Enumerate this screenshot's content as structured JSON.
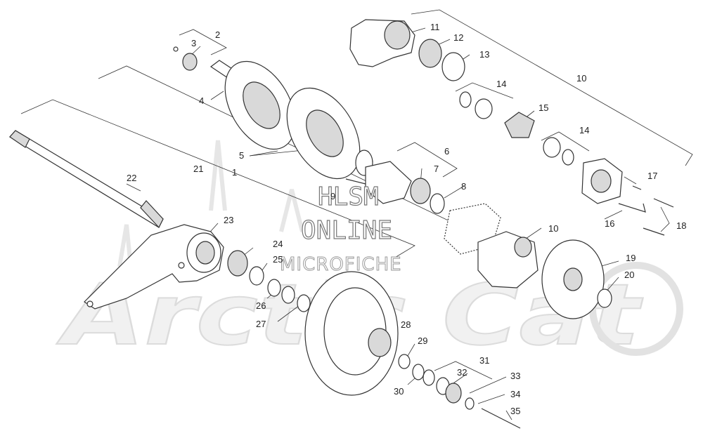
{
  "watermark": {
    "line1": "HLSM",
    "line2": "ONLINE",
    "line3": "MICROFICHE",
    "brand_logo": "Arctic Cat"
  },
  "callouts": [
    {
      "id": "c1",
      "label": "1"
    },
    {
      "id": "c2",
      "label": "2"
    },
    {
      "id": "c3",
      "label": "3"
    },
    {
      "id": "c4",
      "label": "4"
    },
    {
      "id": "c5",
      "label": "5"
    },
    {
      "id": "c6",
      "label": "6"
    },
    {
      "id": "c7",
      "label": "7"
    },
    {
      "id": "c8",
      "label": "8"
    },
    {
      "id": "c9",
      "label": "9"
    },
    {
      "id": "c10a",
      "label": "10"
    },
    {
      "id": "c10b",
      "label": "10"
    },
    {
      "id": "c11",
      "label": "11"
    },
    {
      "id": "c12",
      "label": "12"
    },
    {
      "id": "c13",
      "label": "13"
    },
    {
      "id": "c14a",
      "label": "14"
    },
    {
      "id": "c14b",
      "label": "14"
    },
    {
      "id": "c15",
      "label": "15"
    },
    {
      "id": "c16",
      "label": "16"
    },
    {
      "id": "c17",
      "label": "17"
    },
    {
      "id": "c18",
      "label": "18"
    },
    {
      "id": "c19",
      "label": "19"
    },
    {
      "id": "c20",
      "label": "20"
    },
    {
      "id": "c21",
      "label": "21"
    },
    {
      "id": "c22",
      "label": "22"
    },
    {
      "id": "c23",
      "label": "23"
    },
    {
      "id": "c24",
      "label": "24"
    },
    {
      "id": "c25",
      "label": "25"
    },
    {
      "id": "c26",
      "label": "26"
    },
    {
      "id": "c27",
      "label": "27"
    },
    {
      "id": "c28",
      "label": "28"
    },
    {
      "id": "c29",
      "label": "29"
    },
    {
      "id": "c30",
      "label": "30"
    },
    {
      "id": "c31",
      "label": "31"
    },
    {
      "id": "c32",
      "label": "32"
    },
    {
      "id": "c33",
      "label": "33"
    },
    {
      "id": "c34",
      "label": "34"
    },
    {
      "id": "c35",
      "label": "35"
    }
  ]
}
